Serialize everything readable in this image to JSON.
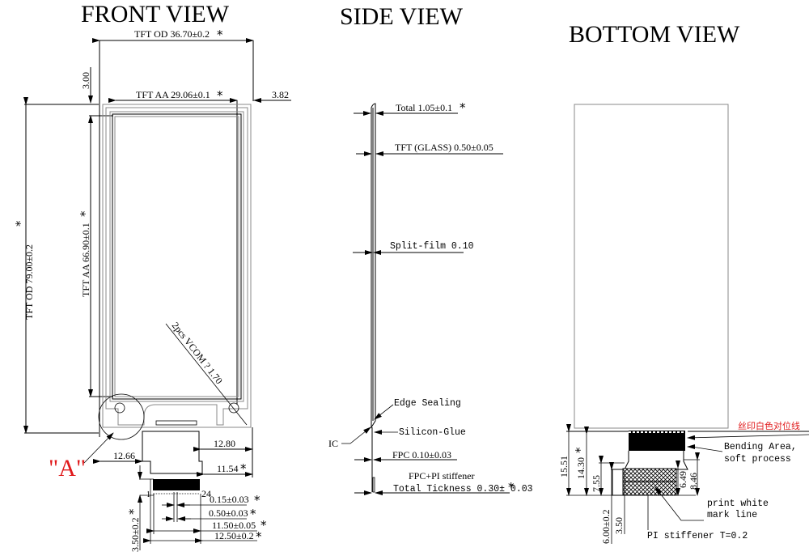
{
  "views": {
    "front": {
      "title": "FRONT VIEW",
      "dims": {
        "tft_od_width": "TFT OD 36.70±0.2",
        "top_margin": "3.00",
        "tft_aa_width": "TFT AA 29.06±0.1",
        "right_margin": "3.82",
        "tft_od_height": "TFT OD 79.00±0.2",
        "tft_aa_height": "TFT AA 66.90±0.1",
        "vcom": "2pcs VCOM ? 1.70",
        "detail_label": "\"A\"",
        "fpc_left": "12.66",
        "fpc_right_1": "12.80",
        "fpc_right_2": "11.54",
        "pin_first": "1",
        "pin_last": "24",
        "pin_width": "0.15±0.03",
        "pin_pitch": "0.50±0.03",
        "pin_span": "11.50±0.05",
        "fpc_width": "12.50±0.2",
        "fpc_length": "3.50±0.2"
      },
      "critical_mark": "*"
    },
    "side": {
      "title": "SIDE VIEW",
      "labels": {
        "total": "Total 1.05±0.1",
        "glass": "TFT (GLASS) 0.50±0.05",
        "split_film": "Split-film 0.10",
        "edge_sealing": "Edge Sealing",
        "silicon_glue": "Silicon-Glue",
        "ic": "IC",
        "fpc": "FPC 0.10±0.03",
        "stiffener_1": "FPC+PI stiffener",
        "stiffener_2": "Total Tickness 0.30± 0.03"
      }
    },
    "bottom": {
      "title": "BOTTOM VIEW",
      "labels": {
        "silkscreen_cn": "丝印白色对位线",
        "bending_1": "Bending Area,",
        "bending_2": "soft process",
        "print_1": "print white",
        "print_2": "mark line",
        "pi_stiffener": "PI stiffener T=0.2",
        "d_15_51": "15.51",
        "d_14_30": "14.30",
        "d_7_55": "7.55",
        "d_6_00": "6.00±0.2",
        "d_3_50": "3.50",
        "d_6_49": "6.49",
        "d_8_46": "8.46"
      }
    }
  },
  "colors": {
    "ink": "#000000",
    "annotation_red": "#e0191b",
    "panel_grey": "#888888"
  }
}
